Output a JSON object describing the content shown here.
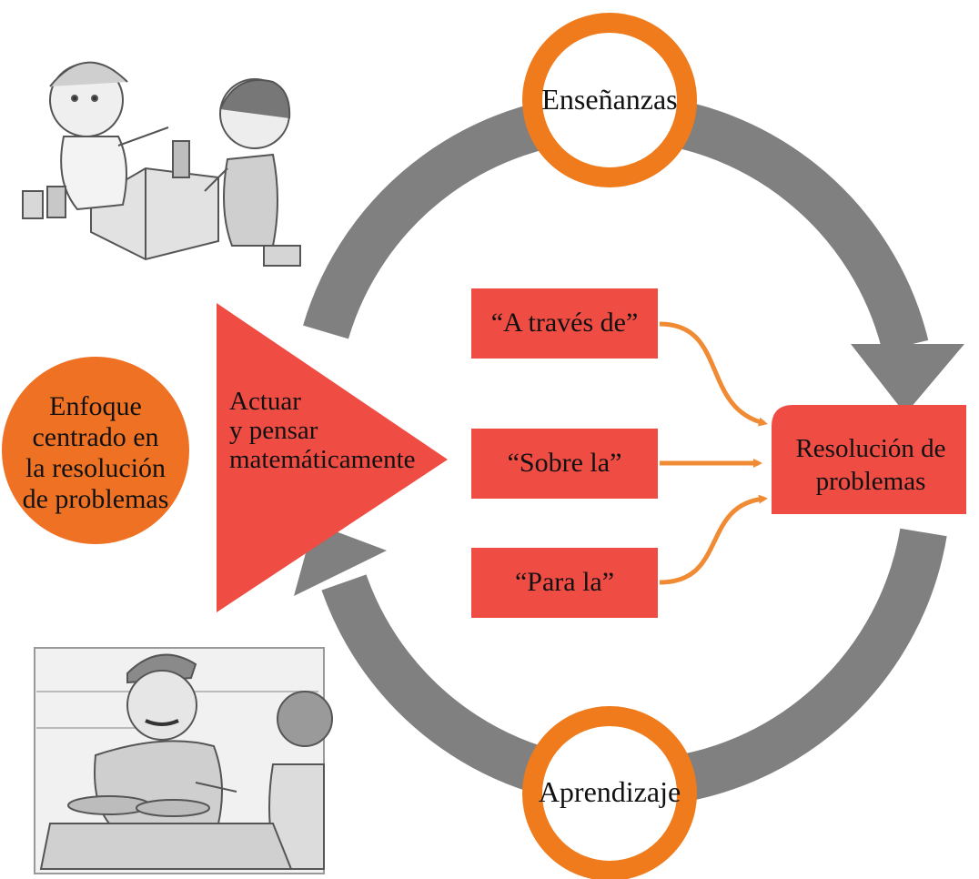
{
  "left_circle": {
    "lines": [
      "Enfoque",
      "centrado en",
      "la resolución",
      "de problemas"
    ],
    "color": "#ef7224"
  },
  "triangle": {
    "lines": [
      "Actuar",
      "y pensar",
      "matemáticamente"
    ],
    "color": "#ef4c43"
  },
  "top_ring": {
    "label": "Enseñanzas",
    "color": "#ef7b1c"
  },
  "bottom_ring": {
    "label": "Aprendizaje",
    "color": "#ef7b1c"
  },
  "boxes": [
    {
      "label": "“A través de”"
    },
    {
      "label": "“Sobre la”"
    },
    {
      "label": "“Para la”"
    }
  ],
  "result_box": {
    "lines": [
      "Resolución de",
      "problemas"
    ]
  },
  "colors": {
    "box": "#ef4c43",
    "gray_arrow": "#808080",
    "orange_arrow": "#f08a33"
  },
  "illustrations": {
    "top": "children-playing-with-blocks-sketch",
    "bottom": "shopkeeper-and-customer-sketch"
  }
}
